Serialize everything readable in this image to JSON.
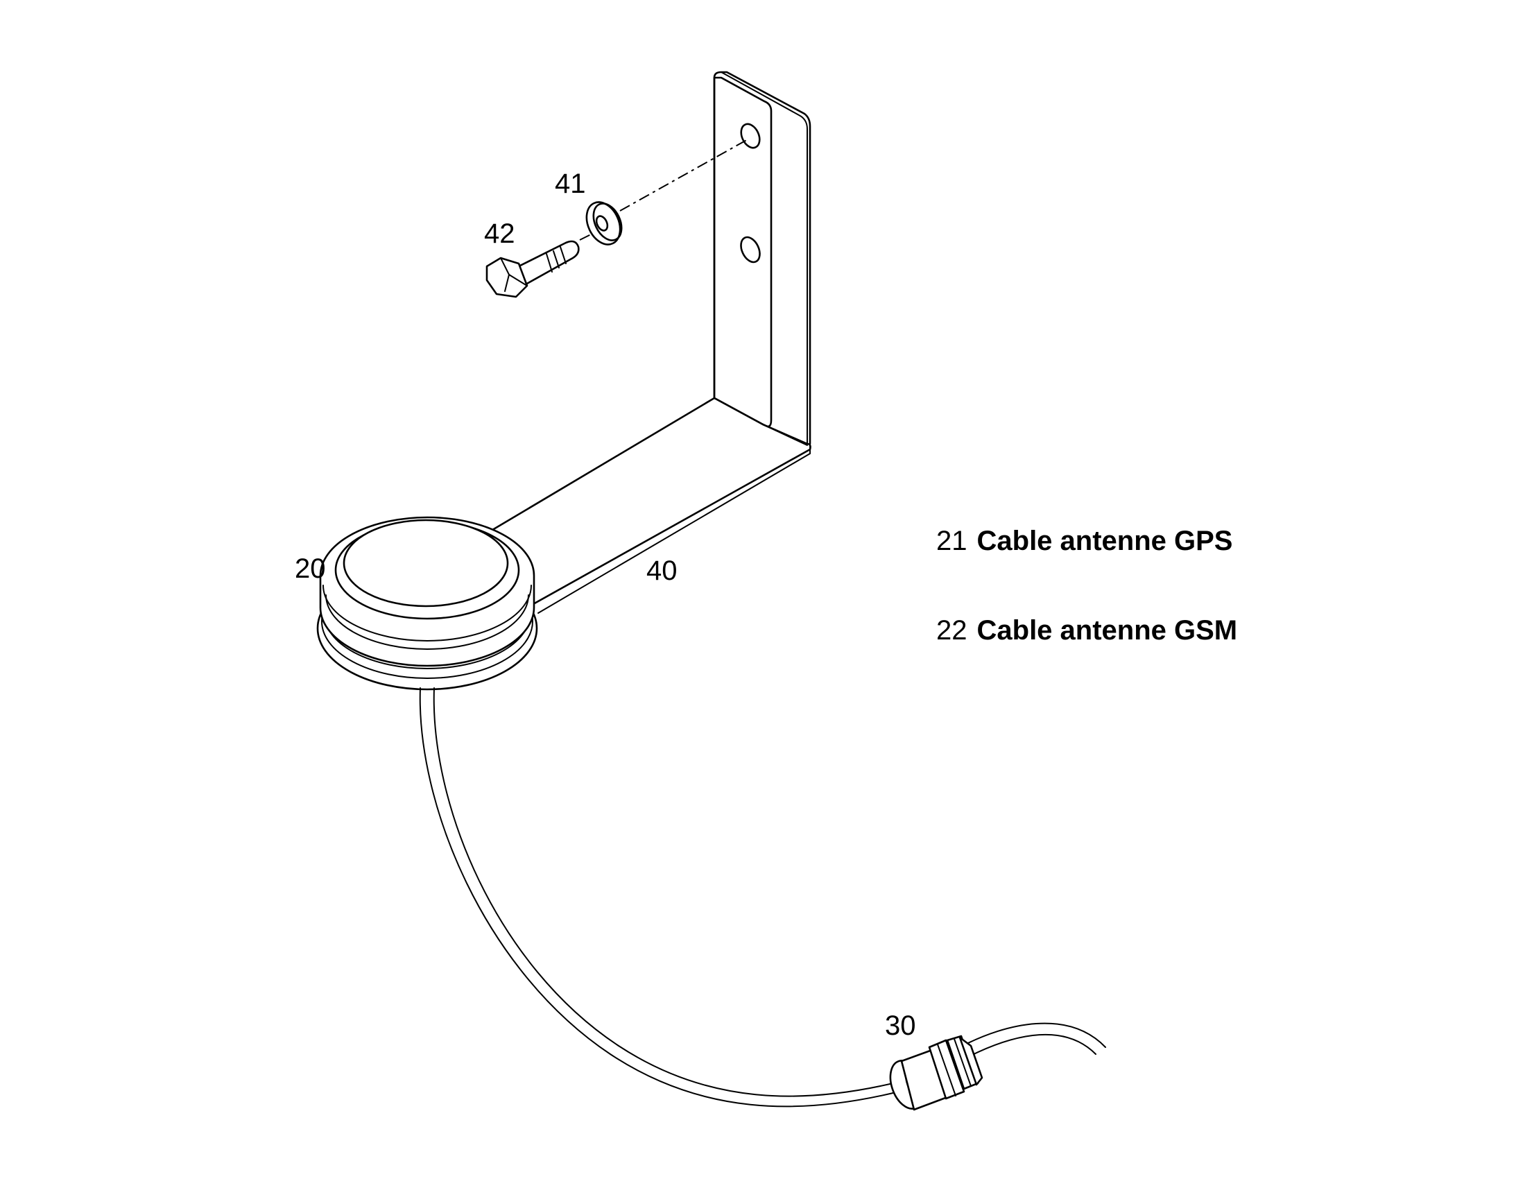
{
  "callouts": {
    "p20": "20",
    "p30": "30",
    "p40": "40",
    "p41": "41",
    "p42": "42"
  },
  "legend": [
    {
      "number": "21",
      "label": "Cable antenne GPS"
    },
    {
      "number": "22",
      "label": "Cable antenne GSM"
    }
  ],
  "colors": {
    "line": "#000000",
    "background": "#ffffff"
  }
}
